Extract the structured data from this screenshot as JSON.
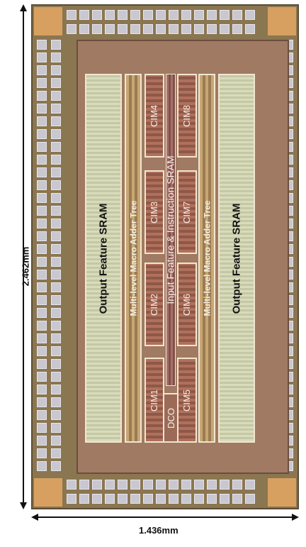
{
  "dimensions": {
    "width_label": "1.436mm",
    "height_label": "2.462mm"
  },
  "blocks": {
    "output_sram_left": "Output Feature SRAM",
    "output_sram_right": "Output Feature SRAM",
    "adder_tree_left": "Multi-level Macro Adder Tree",
    "adder_tree_right": "Multi-level Macro Adder Tree",
    "input_sram": "Input Feature & Instruction SRAM",
    "cim1": "CIM1",
    "cim2": "CIM2",
    "cim3": "CIM3",
    "cim4": "CIM4",
    "cim5": "CIM5",
    "cim6": "CIM6",
    "cim7": "CIM7",
    "cim8": "CIM8",
    "dco": "DCO"
  },
  "colors": {
    "die": "#8a7650",
    "pads": "#c9c7cf",
    "output_sram": "#d9dcbc",
    "cim": "#b0705c",
    "adder_tree": "#c7a874"
  }
}
